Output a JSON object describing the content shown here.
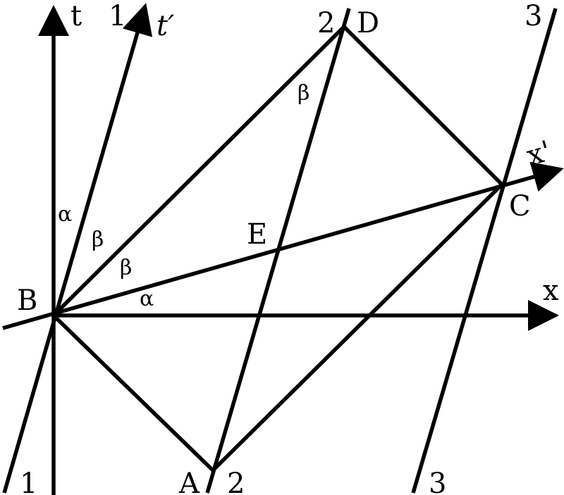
{
  "diagram": {
    "type": "spacetime-diagram",
    "axes": {
      "t": {
        "label": "t"
      },
      "x": {
        "label": "x"
      },
      "t_prime": {
        "label": "t′"
      },
      "x_prime": {
        "label": "x'"
      }
    },
    "points": {
      "A": "A",
      "B": "B",
      "C": "C",
      "D": "D",
      "E": "E"
    },
    "worldlines": {
      "w1_top": "1",
      "w1_bottom": "1",
      "w2_top": "2",
      "w2_bottom": "2",
      "w3_top": "3",
      "w3_bottom": "3"
    },
    "angles": {
      "alpha_t": "α",
      "beta_upper": "β",
      "beta_lower": "β",
      "alpha_x": "α",
      "beta_D": "β"
    },
    "color": "#000000"
  }
}
